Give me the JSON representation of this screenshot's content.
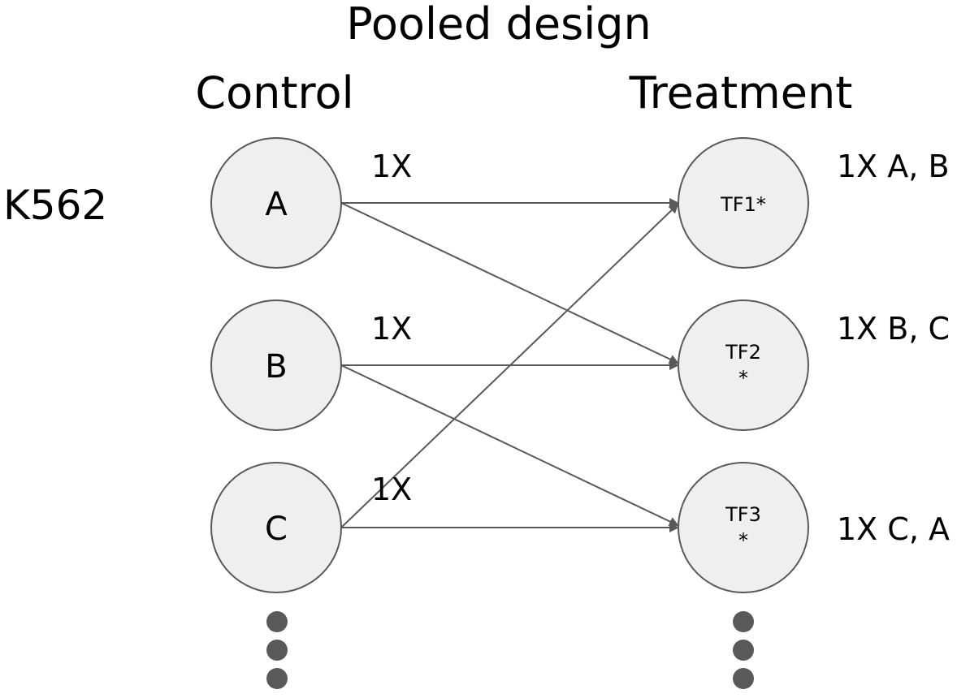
{
  "title": "Pooled design",
  "columns": {
    "control": "Control",
    "treatment": "Treatment"
  },
  "cell_line": "K562",
  "control_nodes": [
    "A",
    "B",
    "C"
  ],
  "treatment_nodes": [
    {
      "line1": "TF1*",
      "line2": ""
    },
    {
      "line1": "TF2",
      "line2": "*"
    },
    {
      "line1": "TF3",
      "line2": "*"
    }
  ],
  "edge_labels": [
    "1X",
    "1X",
    "1X"
  ],
  "right_labels": [
    "1X A, B",
    "1X B, C",
    "1X C, A"
  ],
  "colors": {
    "node_fill": "#efefef",
    "stroke": "#595959"
  }
}
